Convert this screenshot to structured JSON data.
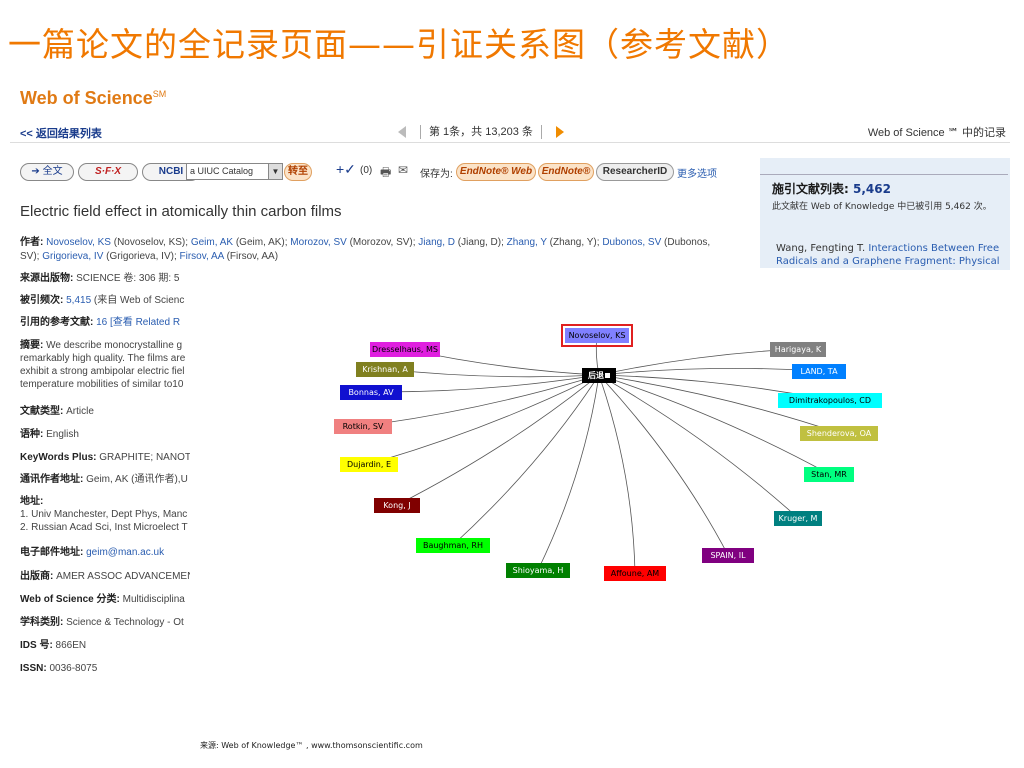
{
  "slide": {
    "title": "一篇论文的全记录页面——引证关系图（参考文献）"
  },
  "wos": {
    "logo": "Web of Science",
    "logo_sup": "SM",
    "back_link": "<< 返回结果列表",
    "pager": "第 1条，共 13,203 条",
    "records_label": "Web of Science ℠ 中的记录"
  },
  "toolbar": {
    "fulltext": "➔ 全文",
    "sfx": "S·F·X",
    "ncbi": "NCBI",
    "catalog_select": "a UIUC Catalog",
    "goto": "转至",
    "marked_count": "(0)",
    "save_as": "保存为:",
    "endnote_web": "EndNote® Web",
    "endnote": "EndNote®",
    "researcherid": "ResearcherID",
    "more_options": "更多选项"
  },
  "article": {
    "title": "Electric field effect in atomically thin carbon films",
    "authors_label": "作者:",
    "authors_line1_parts": [
      {
        "t": " ",
        "link": false
      },
      {
        "t": "Novoselov, KS",
        "link": true
      },
      {
        "t": " (Novoselov, KS); ",
        "link": false
      },
      {
        "t": "Geim, AK",
        "link": true
      },
      {
        "t": " (Geim, AK); ",
        "link": false
      },
      {
        "t": "Morozov, SV",
        "link": true
      },
      {
        "t": " (Morozov, SV); ",
        "link": false
      },
      {
        "t": "Jiang, D",
        "link": true
      },
      {
        "t": " (Jiang, D); ",
        "link": false
      },
      {
        "t": "Zhang, Y",
        "link": true
      },
      {
        "t": " (Zhang, Y); ",
        "link": false
      },
      {
        "t": "Dubonos, SV",
        "link": true
      },
      {
        "t": " (Dubonos,",
        "link": false
      }
    ],
    "authors_line2_parts": [
      {
        "t": "SV); ",
        "link": false
      },
      {
        "t": "Grigorieva, IV",
        "link": true
      },
      {
        "t": " (Grigorieva, IV); ",
        "link": false
      },
      {
        "t": "Firsov, AA",
        "link": true
      },
      {
        "t": " (Firsov, AA)",
        "link": false
      }
    ],
    "source_label": "来源出版物:",
    "source_value": " SCIENCE  卷: 306  期: 5",
    "times_cited_label": "被引频次:",
    "times_cited_value": "5,415",
    "times_cited_rest": " (来自  Web of Scienc",
    "refs_label": "引用的参考文献:",
    "refs_value": " 16 [查看  Related R",
    "abstract_label": "摘要:",
    "abstract_line1": " We describe monocrystalline g",
    "abstract_line2": "remarkably high quality. The films are",
    "abstract_line3": "exhibit a strong ambipolar electric fiel",
    "abstract_line4": "temperature mobilities of similar to10",
    "doctype_label": "文献类型:",
    "doctype_value": " Article",
    "language_label": "语种:",
    "language_value": " English",
    "keywords_label": "KeyWords Plus:",
    "keywords_value": " GRAPHITE; NANOTU",
    "reprint_label": "通讯作者地址:",
    "reprint_value": " Geim, AK (通讯作者),U",
    "address_label": "地址:",
    "address_line1": "1. Univ Manchester, Dept Phys, Manc",
    "address_line2": "2. Russian Acad Sci, Inst Microelect T",
    "email_label": "电子邮件地址:",
    "email_value": " geim@man.ac.uk",
    "publisher_label": "出版商:",
    "publisher_value": " AMER ASSOC ADVANCEMEN",
    "category_label": "Web of Science 分类:",
    "category_value": " Multidisciplina",
    "subject_label": "学科类别:",
    "subject_value": " Science & Technology - Ot",
    "ids_label": "IDS 号:",
    "ids_value": " 866EN",
    "issn_label": "ISSN:",
    "issn_value": " 0036-8075"
  },
  "sidepanel": {
    "title": "施引文献列表:",
    "count": "5,462",
    "desc": "此文献在  Web of Knowledge 中已被引用  5,462 次。",
    "item_author": "Wang, Fengting T. ",
    "item_title": "Interactions Between Free Radicals and a Graphene Fragment: Physical"
  },
  "graph": {
    "center": {
      "label": "后退"
    },
    "nodes": [
      {
        "label": "Novoselov, KS",
        "bg": "#8080ff",
        "fg": "#000000",
        "selected": true
      },
      {
        "label": "Dresselhaus, MS",
        "bg": "#e020e0",
        "fg": "#000000"
      },
      {
        "label": "Krishnan, A",
        "bg": "#808020",
        "fg": "#ffffff"
      },
      {
        "label": "Bonnas, AV",
        "bg": "#1010d0",
        "fg": "#ffffff"
      },
      {
        "label": "Rotkin, SV",
        "bg": "#f08080",
        "fg": "#000000"
      },
      {
        "label": "Dujardin, E",
        "bg": "#ffff00",
        "fg": "#000000"
      },
      {
        "label": "Kong, J",
        "bg": "#800000",
        "fg": "#ffffff"
      },
      {
        "label": "Baughman, RH",
        "bg": "#00ff00",
        "fg": "#000000"
      },
      {
        "label": "Shioyama, H",
        "bg": "#008000",
        "fg": "#ffffff"
      },
      {
        "label": "Affoune, AM",
        "bg": "#ff0000",
        "fg": "#000000"
      },
      {
        "label": "SPAIN, IL",
        "bg": "#800080",
        "fg": "#ffffff"
      },
      {
        "label": "Kruger, M",
        "bg": "#008080",
        "fg": "#ffffff"
      },
      {
        "label": "Stan, MR",
        "bg": "#00ff80",
        "fg": "#000000"
      },
      {
        "label": "Shenderova, OA",
        "bg": "#c0c040",
        "fg": "#ffffff"
      },
      {
        "label": "Dimitrakopoulos, CD",
        "bg": "#00ffff",
        "fg": "#000000"
      },
      {
        "label": "LAND, TA",
        "bg": "#0080ff",
        "fg": "#ffffff"
      },
      {
        "label": "Harigaya, K",
        "bg": "#808080",
        "fg": "#ffffff"
      }
    ]
  },
  "footer": {
    "source": "来源: Web of Knowledge™ , www.thomsonscientific.com"
  }
}
